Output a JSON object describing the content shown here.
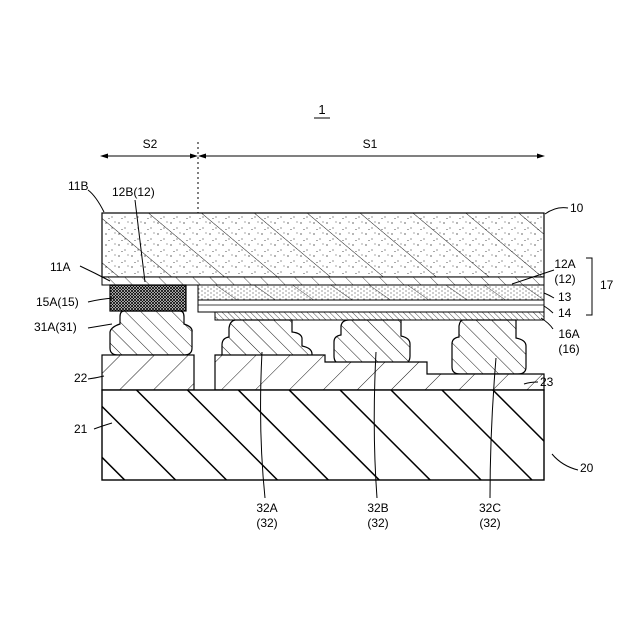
{
  "figure": {
    "number": "1"
  },
  "regions": {
    "s1": "S1",
    "s2": "S2"
  },
  "labels": {
    "l10": "10",
    "l11b": "11B",
    "l11a": "11A",
    "l12b": "12B(12)",
    "l12a": "12A",
    "l12a_sub": "(12)",
    "l13": "13",
    "l14": "14",
    "l17": "17",
    "l15a": "15A(15)",
    "l31a": "31A(31)",
    "l16a": "16A",
    "l16a_sub": "(16)",
    "l22": "22",
    "l23": "23",
    "l21": "21",
    "l20": "20",
    "l32a": "32A",
    "l32b": "32B",
    "l32c": "32C",
    "l32sub": "(32)"
  }
}
